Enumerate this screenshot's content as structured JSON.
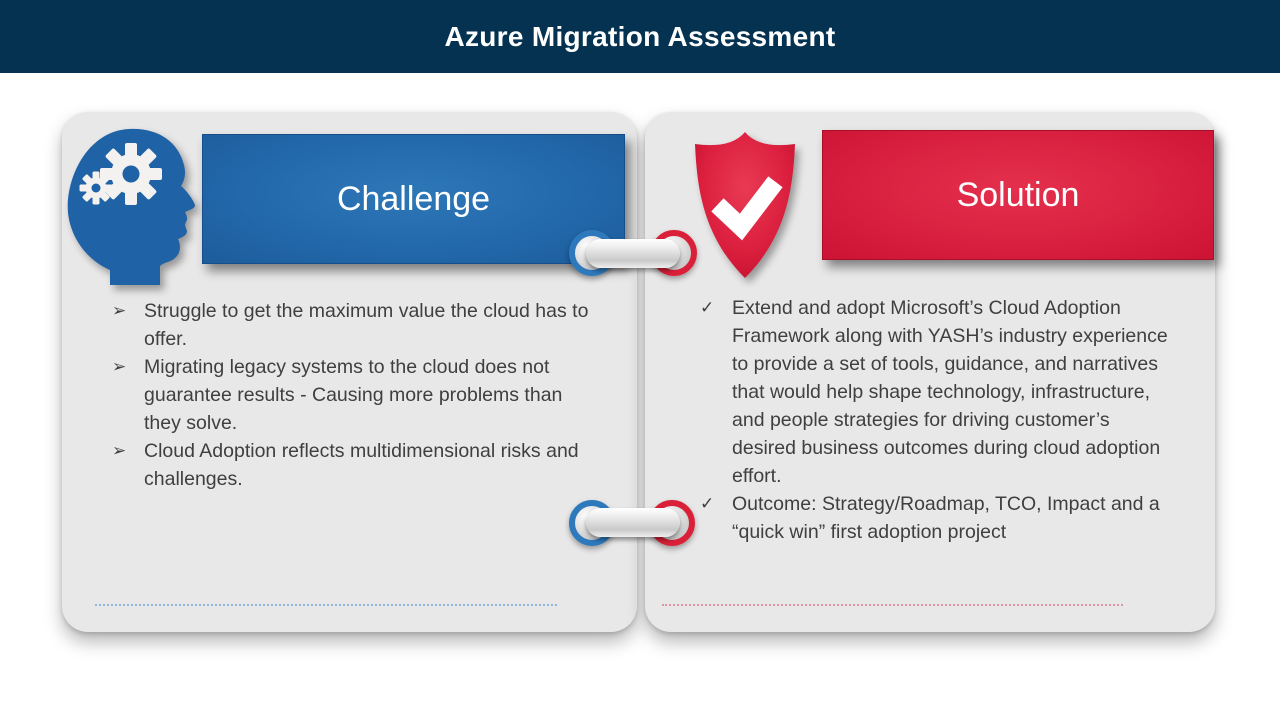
{
  "header": {
    "title": "Azure Migration Assessment",
    "bg_color": "#053251"
  },
  "cards": [
    {
      "title": "Challenge",
      "accent_color": "#2269AB",
      "icon": "head-gears-icon",
      "marker": "➢",
      "bullets": [
        "Struggle to get the maximum value the cloud has to offer.",
        "Migrating legacy systems to the cloud does not guarantee results - Causing more problems than they solve.",
        "Cloud Adoption reflects multidimensional risks and challenges."
      ]
    },
    {
      "title": "Solution",
      "accent_color": "#D92040",
      "icon": "shield-check-icon",
      "marker": "✓",
      "bullets": [
        "Extend and adopt Microsoft’s Cloud Adoption Framework along with YASH’s industry experience to provide a set of tools, guidance, and narratives that would help shape technology, infrastructure, and people strategies for driving customer’s desired business outcomes during cloud adoption effort.",
        "Outcome: Strategy/Roadmap, TCO, Impact and a “quick win” first adoption project"
      ]
    }
  ]
}
